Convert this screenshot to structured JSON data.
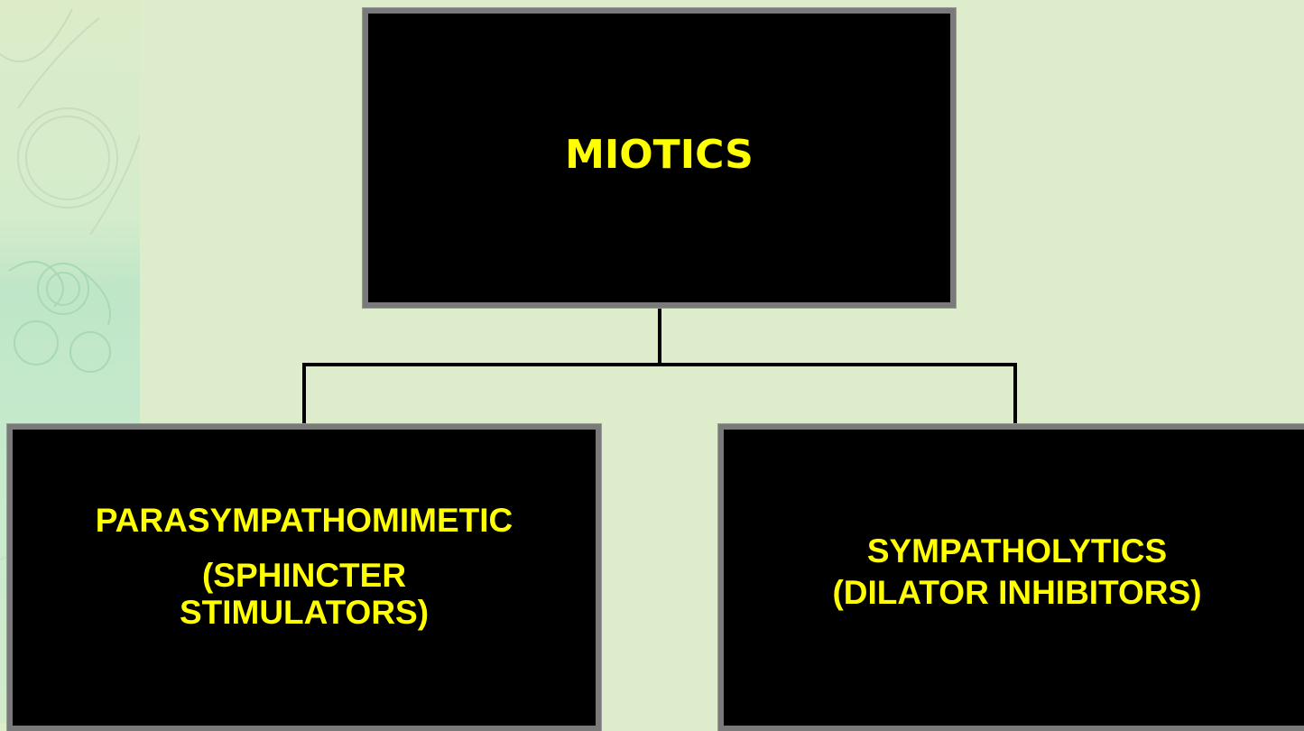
{
  "diagram": {
    "root": {
      "label": "MIOTICS"
    },
    "children": [
      {
        "lines": [
          "PARASYMPATHOMIMETIC",
          "(SPHINCTER",
          "STIMULATORS)"
        ]
      },
      {
        "lines": [
          "SYMPATHOLYTICS",
          "(DILATOR INHIBITORS)"
        ]
      }
    ],
    "colors": {
      "background": "#ddedcc",
      "box_fill": "#000000",
      "box_border": "#7a7a7a",
      "text": "#ffff00",
      "connector": "#000000"
    }
  }
}
